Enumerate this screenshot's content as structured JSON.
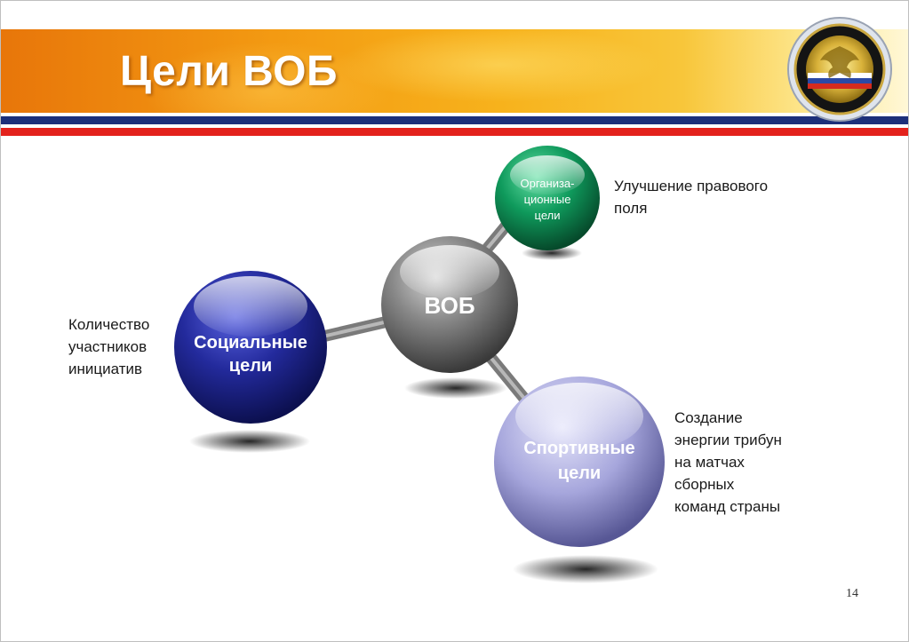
{
  "slide": {
    "title": "Цели ВОБ",
    "page_number": "14"
  },
  "diagram": {
    "center": {
      "label": "ВОБ",
      "color": "#6b6b6b"
    },
    "nodes": [
      {
        "id": "org",
        "label_line1": "Организа-",
        "label_line2": "ционные",
        "label_line3": "цели",
        "color": "#0f9a5c",
        "description": "Улучшение правового поля"
      },
      {
        "id": "social",
        "label_line1": "Социальные",
        "label_line2": "цели",
        "color": "#232a9c",
        "description_lines": [
          "Количество",
          "участников",
          "инициатив"
        ]
      },
      {
        "id": "sport",
        "label_line1": "Спортивные",
        "label_line2": "цели",
        "color": "#a6a6dc",
        "description_lines": [
          "Создание",
          "энергии трибун",
          "на матчах",
          "сборных",
          "команд страны"
        ]
      }
    ]
  },
  "labels": {
    "org_line1": "Улучшение правового",
    "org_line2": "поля"
  },
  "colors": {
    "banner_orange": "#f39a12",
    "stripe_blue": "#1c2f7a",
    "stripe_red": "#e3221c"
  }
}
